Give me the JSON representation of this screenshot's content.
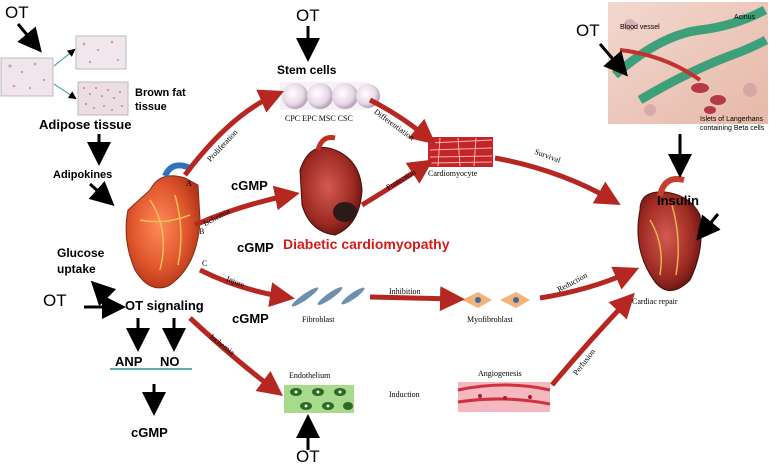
{
  "colors": {
    "arrow_red": "#b52720",
    "text_red": "#d51a1a",
    "black": "#000000"
  },
  "labels": {
    "ot_top_left": "OT",
    "ot_top_center": "OT",
    "ot_top_right": "OT",
    "ot_mid_left": "OT",
    "ot_bottom": "OT",
    "brown_fat_line1": "Brown fat",
    "brown_fat_line2": "tissue",
    "adipose_tissue": "Adipose tissue",
    "adipokines": "Adipokines",
    "glucose_line1": "Glucose",
    "glucose_line2": "uptake",
    "ot_signaling": "OT signaling",
    "anp": "ANP",
    "no": "NO",
    "cgmp_bottom": "cGMP",
    "cgmp_a": "cGMP",
    "cgmp_b": "cGMP",
    "cgmp_c": "cGMP",
    "stem_cells": "Stem cells",
    "stem_types": "CPC  EPC  MSC  CSC",
    "proliferation": "Proliferation",
    "differentiation": "Differentiation",
    "ischemia_b": "Ischemia",
    "protection": "Protection",
    "cardiomyocyte": "Cardiomyocyte",
    "survival": "Survival",
    "diabetic_cm": "Diabetic  cardiomyopathy",
    "injure": "Injure",
    "fibroblast": "Fibroblast",
    "inhibition": "Inhibition",
    "myofibroblast": "Myofibroblast",
    "reduction": "Reduction",
    "cardiac_repair": "Cardiac repair",
    "ischemia_d": "Ischemia",
    "endothelium": "Endothelium",
    "induction": "Induction",
    "angiogenesis": "Angiogenesis",
    "perfusion": "Perfusion",
    "acinus": "Acinus",
    "blood_vessel": "Blood vessel",
    "islets_line1": "Islets of Langerhans",
    "islets_line2": "containing Beta cells",
    "insulin": "Insulin",
    "letter_a": "A",
    "letter_b": "B",
    "letter_c": "C"
  }
}
